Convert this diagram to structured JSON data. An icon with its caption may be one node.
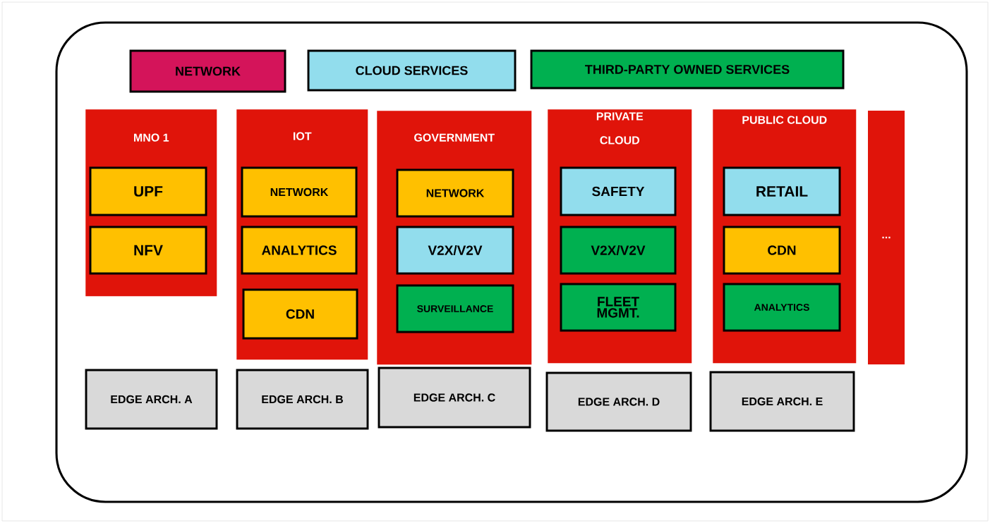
{
  "diagram": {
    "nodes": [
      {
        "text": [
          "MNO 1"
        ]
      },
      {
        "text": [
          "UPF"
        ],
        "in": 0
      },
      {
        "text": [
          "NFV"
        ],
        "in": 0
      },
      {
        "text": [
          "IOT"
        ]
      },
      {
        "text": [
          "NETWORK"
        ],
        "in": 3
      },
      {
        "text": [
          "ANALYTICS"
        ],
        "in": 3
      },
      {
        "text": [
          "CDN"
        ],
        "in": 3
      },
      {
        "text": [
          "GOVERNMENT"
        ]
      },
      {
        "text": [
          "NETWORK"
        ],
        "in": 7
      },
      {
        "text": [
          "V2X/V2V"
        ],
        "in": 7
      },
      {
        "text": [
          "SURVEILLANCE"
        ],
        "in": 7
      },
      {
        "text": [
          "PRIVATE CLOUD"
        ]
      },
      {
        "text": [
          "SAFETY"
        ],
        "in": 11
      },
      {
        "text": [
          "V2X/V2V"
        ],
        "in": 11
      },
      {
        "text": [
          "FLEET MGMT."
        ],
        "in": 11
      },
      {
        "text": [
          "PUBLIC CLOUD"
        ]
      },
      {
        "text": [
          "RETAIL"
        ],
        "in": 15
      },
      {
        "text": [
          "CDN"
        ],
        "in": 15
      },
      {
        "text": [
          "ANALYTICS"
        ],
        "in": 15
      },
      {
        "text": [
          "..."
        ]
      },
      {
        "text": [
          "EDGE ARCH. A"
        ]
      },
      {
        "text": [
          "EDGE ARCH. B"
        ]
      },
      {
        "text": [
          "EDGE ARCH. C"
        ]
      },
      {
        "text": [
          "EDGE ARCH. D"
        ]
      },
      {
        "text": [
          "EDGE ARCH. E"
        ]
      }
    ],
    "legend": [
      {
        "text": "NETWORK",
        "color": "#d4145a"
      },
      {
        "text": "CLOUD SERVICES",
        "color": "#92dded"
      },
      {
        "text": "THIRD-PARTY OWNED SERVICES",
        "color": "#00b050"
      }
    ]
  }
}
